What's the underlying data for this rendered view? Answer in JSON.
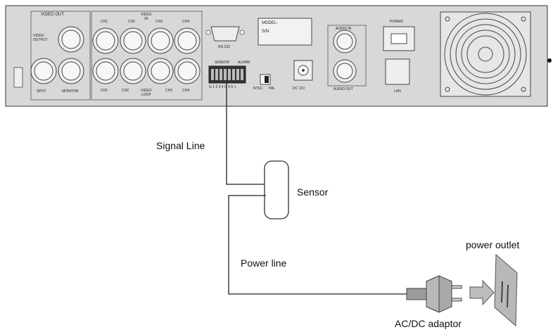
{
  "panel": {
    "video_out_label": "VIDEO OUT",
    "video_output_label": "VIDEO\nOUTPUT",
    "video_in_label": "VIDEO\nIN",
    "loop_label": "VIDEO\nLOOP",
    "spot_label": "SPOT",
    "monitor_label": "MONITOR",
    "rs232_label": "RS-232",
    "sensor_label": "SENSOR",
    "alarm_label": "ALARM",
    "ntsc_label": "NTSC",
    "pal_label": "PAL",
    "dc_label": "DC 12V",
    "model_label": "MODEL:",
    "sn_label": "S/N:",
    "audio_in_label": "AUDIO IN",
    "audio_out_label": "AUDIO OUT",
    "power_label": "POWER",
    "lan_label": "LAN",
    "channel_top": [
      "CH1",
      "CH2",
      "CH3",
      "CH4"
    ],
    "channel_bottom": [
      "CH1",
      "CH2",
      "CH3",
      "CH4"
    ],
    "terminal_numbers": "G 1 2 3 4 G 5 6 +"
  },
  "labels": {
    "signal_line": "Signal Line",
    "sensor": "Sensor",
    "power_line": "Power line",
    "power_outlet": "power outlet",
    "adaptor": "AC/DC adaptor"
  }
}
